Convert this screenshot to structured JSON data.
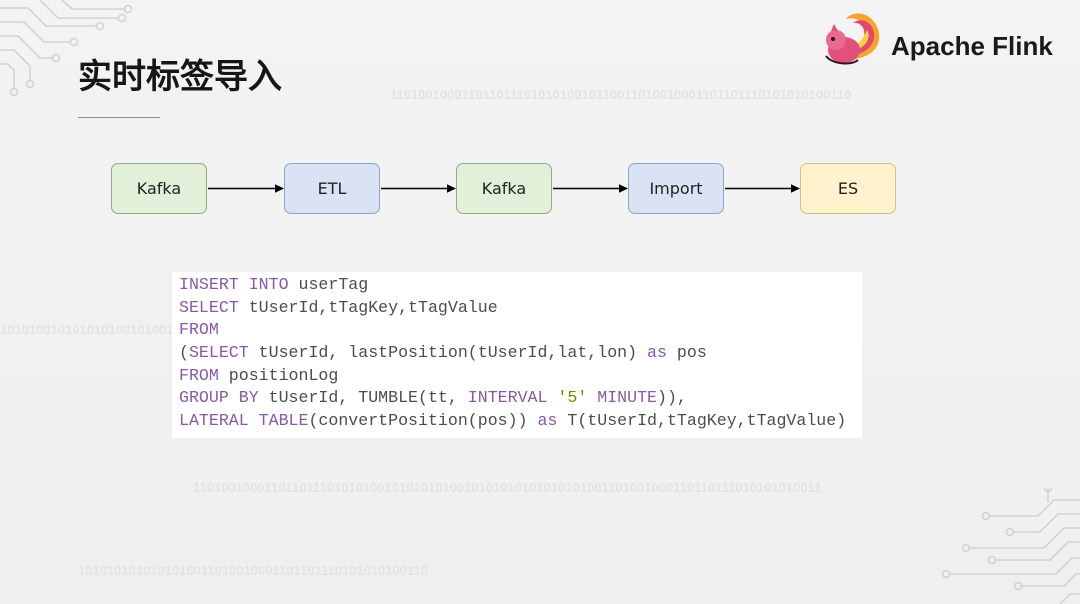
{
  "slide": {
    "title": "实时标签导入",
    "brand": {
      "name": "Apache Flink",
      "icon": "flink-squirrel-icon"
    }
  },
  "watermarks": {
    "top": "11010010001101101110101010010110011010010001101101110101010100110",
    "left": "1010100101010101001010010101",
    "middle": "1101001000110110111010101001010101010010101010101010101001101001000110110111010101010011",
    "bottom": "1010101010101010011010010001101101110101010100110"
  },
  "pipeline": {
    "nodes": [
      {
        "label": "Kafka",
        "fill": "#e2efd9",
        "border": "#94a986"
      },
      {
        "label": "ETL",
        "fill": "#dae3f3",
        "border": "#8ea3cc"
      },
      {
        "label": "Kafka",
        "fill": "#e2efd9",
        "border": "#94a986"
      },
      {
        "label": "Import",
        "fill": "#dae3f3",
        "border": "#8ea3cc"
      },
      {
        "label": "ES",
        "fill": "#fff2cc",
        "border": "#d3be7c"
      }
    ],
    "arrow_color": "#000000"
  },
  "code": {
    "colors": {
      "keyword": "#8959a8",
      "string": "#718c00",
      "text": "#4d4d4c"
    },
    "lines": [
      [
        "INSERT INTO",
        " userTag"
      ],
      [
        "SELECT",
        " tUserId,tTagKey,tTagValue"
      ],
      [
        "FROM"
      ],
      [
        "(",
        "SELECT",
        " tUserId, lastPosition(tUserId,lat,lon) ",
        "as",
        " pos"
      ],
      [
        "FROM",
        " positionLog"
      ],
      [
        "GROUP BY",
        " tUserId, TUMBLE(tt, ",
        "INTERVAL",
        " '5' ",
        "MINUTE",
        ")),"
      ],
      [
        "LATERAL TABLE",
        "(convertPosition(pos)) ",
        "as",
        " T(tUserId,tTagKey,tTagValue)"
      ]
    ]
  }
}
